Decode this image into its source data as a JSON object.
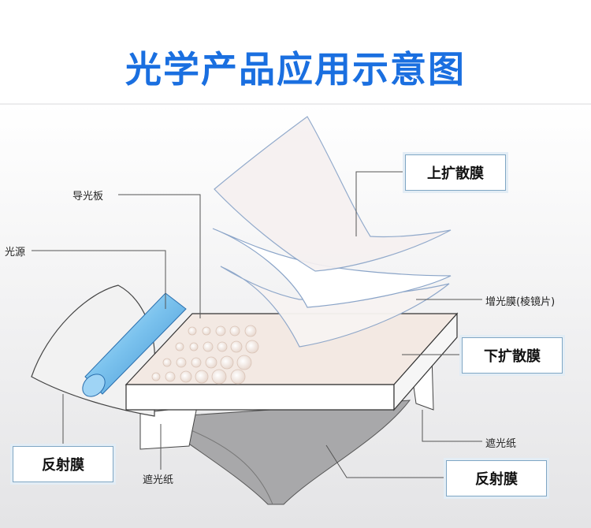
{
  "title": "光学产品应用示意图",
  "labels": {
    "light_guide_plate": "导光板",
    "light_source": "光源",
    "upper_diffuser": "上扩散膜",
    "brightness_film": "增光膜(棱镜片)",
    "lower_diffuser": "下扩散膜",
    "shading_paper_right": "遮光纸",
    "reflector_left": "反射膜",
    "shading_paper_bottom": "遮光纸",
    "reflector_bottom": "反射膜"
  }
}
